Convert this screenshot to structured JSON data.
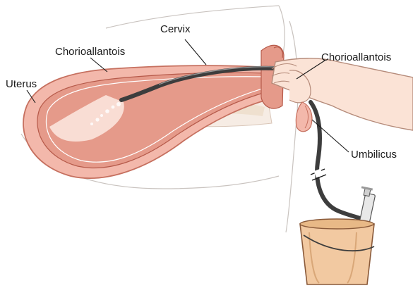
{
  "labels": {
    "cervix": "Cervix",
    "chorioallantois_left": "Chorioallantois",
    "uterus": "Uterus",
    "chorioallantois_right": "Chorioallantois",
    "umbilicus": "Umbilicus"
  },
  "colors": {
    "background": "#ffffff",
    "uterus_fill": "#f3b8ab",
    "uterus_wall": "#d6806f",
    "lumen": "#e59a8a",
    "tube": "#3d3d3d",
    "skin": "#fbe3d6",
    "skin_outline": "#b58b7a",
    "bucket": "#f2c9a1",
    "bucket_outline": "#8a5a3a"
  }
}
